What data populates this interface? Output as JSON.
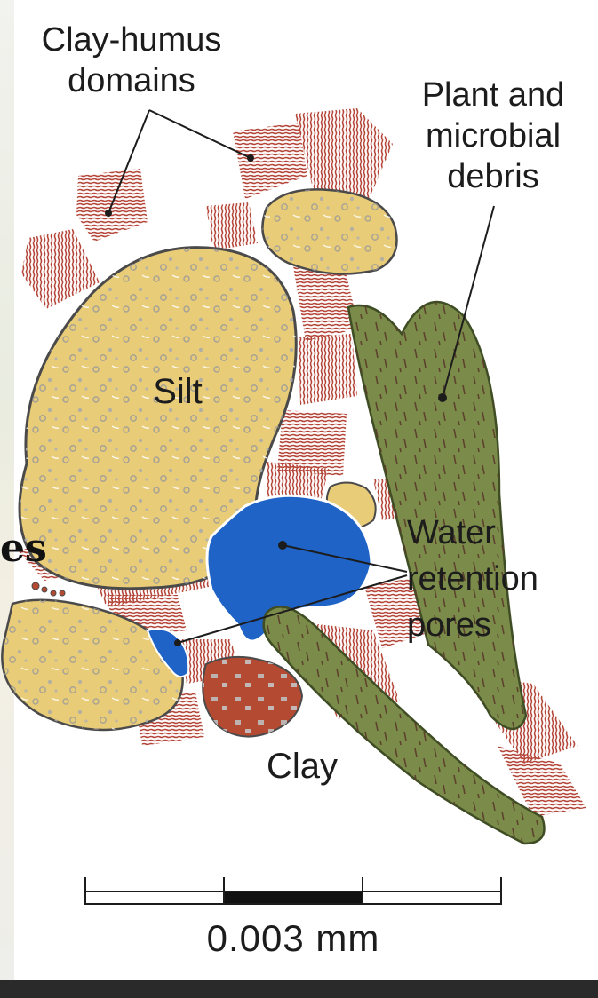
{
  "labels": {
    "clay_humus": "Clay-humus\ndomains",
    "plant_debris": "Plant and\nmicrobial\ndebris",
    "silt": "Silt",
    "water_pores": "Water\nretention\npores",
    "clay": "Clay",
    "scale": "0.003 mm",
    "edge_fragment": "es"
  },
  "colors": {
    "silt": "#e9cc78",
    "water": "#1f63c7",
    "clay": "#b54a33",
    "debris": "#7b8b4a",
    "clay_humus_lines": "#b5473a",
    "outline": "#4a4a4a"
  }
}
